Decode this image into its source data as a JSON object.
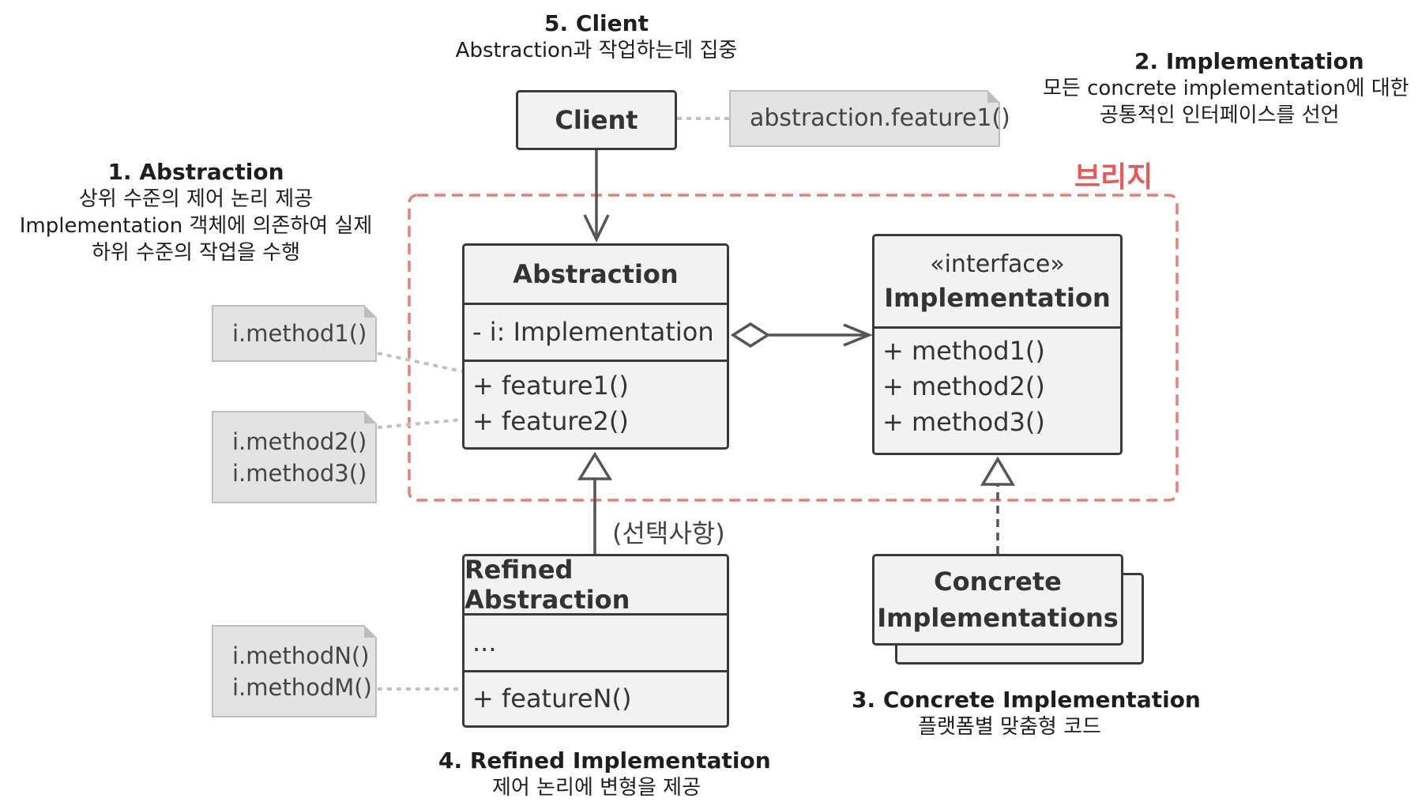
{
  "colors": {
    "bridge": "#e8807a",
    "box_fill": "#f2f2f2",
    "box_border": "#3a3a3a",
    "note_fill": "#e3e3e3"
  },
  "captions": {
    "client": {
      "title": "5. Client",
      "desc": "Abstraction과 작업하는데 집중"
    },
    "implementation": {
      "title": "2. Implementation",
      "line1": "모든 concrete implementation에 대한",
      "line2": "공통적인 인터페이스를 선언"
    },
    "abstraction": {
      "title": "1. Abstraction",
      "line1": "상위 수준의 제어 논리 제공",
      "line2": "Implementation 객체에 의존하여 실제",
      "line3": "하위 수준의 작업을 수행"
    },
    "concrete": {
      "title": "3. Concrete Implementation",
      "desc": "플랫폼별 맞춤형 코드"
    },
    "refined": {
      "title": "4. Refined Implementation",
      "desc": "제어 논리에 변형을 제공"
    }
  },
  "bridge_label": "브리지",
  "optional_label": "(선택사항)",
  "classes": {
    "client": {
      "name": "Client"
    },
    "abstraction": {
      "name": "Abstraction",
      "field": "- i: Implementation",
      "methods": [
        "+ feature1()",
        "+ feature2()"
      ]
    },
    "implementation": {
      "stereotype": "«interface»",
      "name": "Implementation",
      "methods": [
        "+ method1()",
        "+ method2()",
        "+ method3()"
      ]
    },
    "refined": {
      "name": "Refined Abstraction",
      "field": "...",
      "method": "+ featureN()"
    },
    "concrete": {
      "line1": "Concrete",
      "line2": "Implementations"
    }
  },
  "notes": {
    "client": "abstraction.feature1()",
    "feature1": "i.method1()",
    "feature2": [
      "i.method2()",
      "i.method3()"
    ],
    "featureN": [
      "i.methodN()",
      "i.methodM()"
    ]
  }
}
